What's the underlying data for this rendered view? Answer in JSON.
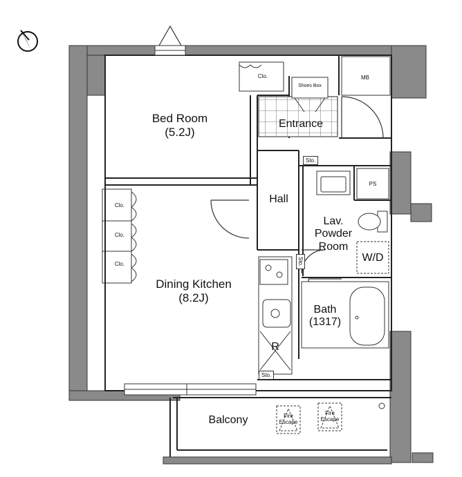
{
  "rooms": {
    "bedroom": {
      "name": "Bed Room",
      "size": "(5.2J)"
    },
    "dining_kitchen": {
      "name": "Dining Kitchen",
      "size": "(8.2J)"
    },
    "entrance": "Entrance",
    "hall": "Hall",
    "lavatory": {
      "line1": "Lav.",
      "line2": "Powder",
      "line3": "Room"
    },
    "bath": {
      "name": "Bath",
      "size": "(1317)"
    },
    "balcony": "Balcony"
  },
  "fixtures": {
    "closet": "Clo.",
    "shoes_box": "Shoes Box",
    "mb": "MB",
    "ps": "PS",
    "washer": "W/D",
    "storage": "Sto.",
    "refrigerator": "R",
    "fire_escape": {
      "line1": "Fire",
      "line2": "Escape"
    }
  },
  "colors": {
    "wall": "#8a8a8a",
    "line": "#222222",
    "tile": "#555555"
  }
}
